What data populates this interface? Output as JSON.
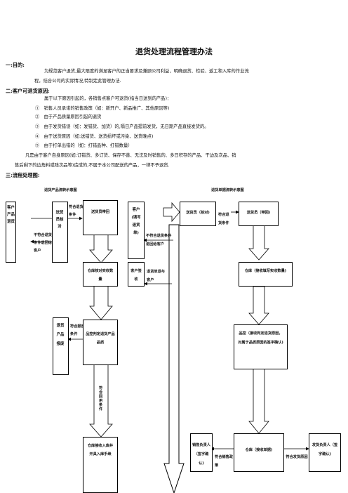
{
  "title": "退货处理流程管理办法",
  "s1": {
    "head": "一:目的:",
    "l1": "为规范客户退货,最大限度的满足客户的正当要求及兼顾公司利益，明确退货、检验、返工和入库的作业流",
    "l2": "程，结合公司的实际情况,特制定此管理办法."
  },
  "s2": {
    "head": "二:客户可退货原因:",
    "intro": "属于以下原因引起的，各销售点客户可退货(指当日送到的产品)：",
    "items": [
      "①　销售人员承诺的销售政策（如：新开户、新品推广、其他原因等)",
      "②　由于产品质量原因引起的退货",
      "③　由于发货错误（如：发错货、加货）的,隔日产品提前发货，无日期产品直接发货的。",
      "④　由于送货原因（如:送错货、送货损坏或污染、送货晚点)",
      "⑤　由于打单出错的（如：打错品种、打错数量）"
    ],
    "note1": "凡是由于客户自身原因(如:订错货、多订货、保存不善、无法及时销售的、多日积存的产品、干边及次品、销",
    "note2": "售后剩下的边角料或残次品等)造成的,不属于本公司配送的产品，一律不予退货."
  },
  "s3": {
    "head": "三:流程处理图:",
    "left_caption": "退货产品流转示意图",
    "right_caption": "退货单据流转示意图"
  },
  "flow": {
    "customer_products": "客户产品退货",
    "returned_to_customer": "不符合退货条件退回给客户",
    "sales_check": "送货员核对",
    "meets_cond1": "符合退货条件",
    "driver_return": "送货员带回",
    "warehouse_check": "仓库核对实收数量",
    "return_products": "退货产品报废",
    "meets_scrap": "符合报废条件",
    "quality_judge": "品控判定退货产品品质",
    "meets_rework": "符合回用条件",
    "warehouse_receive": "仓库接收入库并开具入库手续",
    "customer_fill": "客户(填写退货单)",
    "customer_return_note": "不符合退货条件退回给客户",
    "driver_check_r": "送货员（核对)",
    "meets_cond2": "符合退货条件",
    "driver_return_r": "送货员（带回)",
    "customer_sign": "客户签收",
    "return_sheet_to_customer": "退货单退与客户",
    "warehouse_fill": "仓库（接收填写实收数量)",
    "quality_judge_r": "品控（接收判定退货原因，对属于品质原因的签字确认)",
    "sales_person": "销售负责人（签字确认)",
    "meets_sales": "符合销售政策",
    "warehouse_receipt": "仓库（接收单据)",
    "meets_shipping": "符合发货原因",
    "shipping_person": "发货负责人（签字确认)"
  }
}
